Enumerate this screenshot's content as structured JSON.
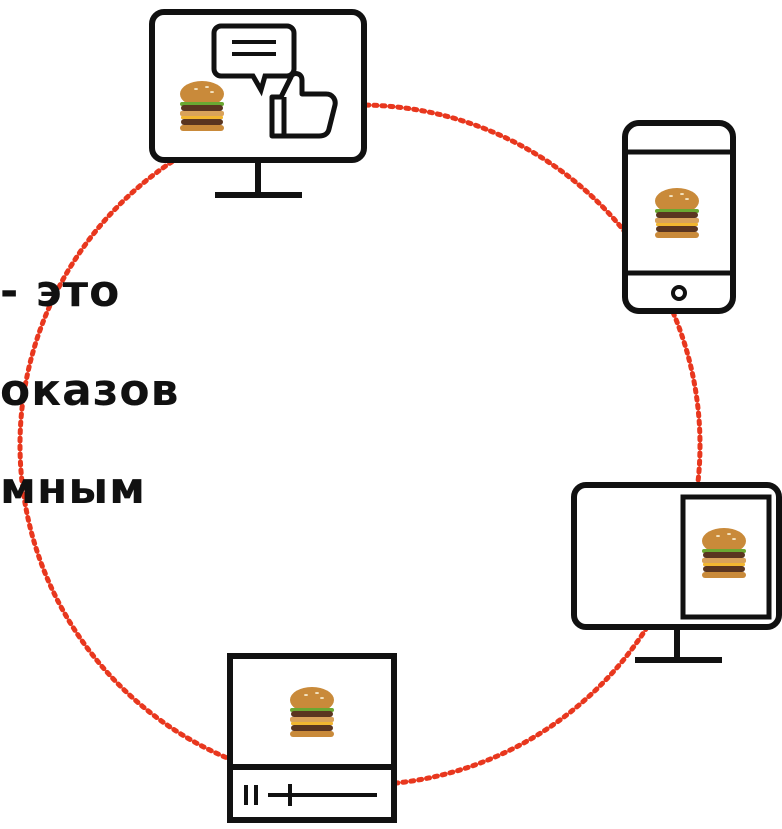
{
  "text_lines": [
    "- это",
    "оказов",
    "мным"
  ],
  "colors": {
    "ring": "#e8371e",
    "stroke": "#111111",
    "bun": "#c98a3a",
    "patty": "#5a3520",
    "lettuce": "#6aa832",
    "cheese": "#f2b630"
  },
  "icons": [
    "desktop-monitor-with-comment-and-like-icon",
    "smartphone-icon",
    "desktop-monitor-with-side-banner-icon",
    "video-player-icon"
  ]
}
